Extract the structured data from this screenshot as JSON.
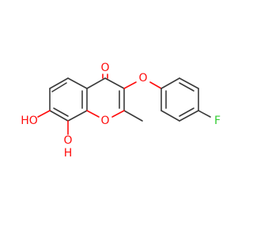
{
  "molecule": {
    "atoms": {
      "carbonyl_o": {
        "text": "O",
        "color": "#ff0d0d"
      },
      "ether_o": {
        "text": "O",
        "color": "#ff0d0d"
      },
      "ring_o": {
        "text": "O",
        "color": "#ff0d0d"
      },
      "oh7": {
        "text": "HO",
        "color": "#ff0d0d"
      },
      "oh8_o": {
        "text": "O",
        "color": "#ff0d0d"
      },
      "oh8_h": {
        "text": "H",
        "color": "#ff0d0d"
      },
      "fluorine": {
        "text": "F",
        "color": "#33cc33"
      }
    }
  }
}
